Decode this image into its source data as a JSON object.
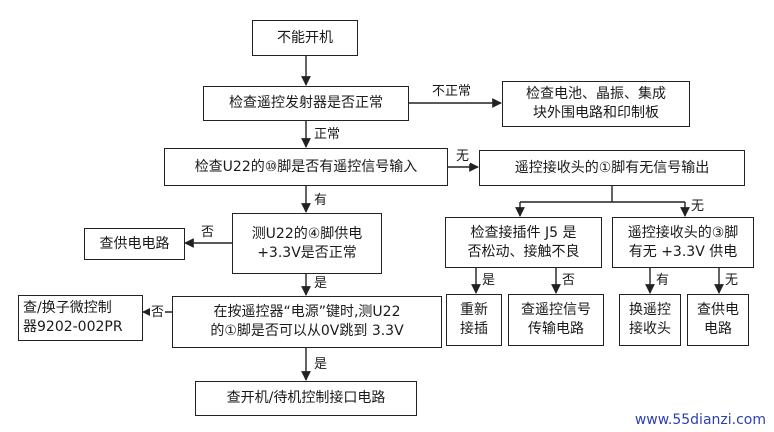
{
  "nodes": {
    "start": "不能开机",
    "check_remote": "检查遥控发射器是否正常",
    "check_battery": "检查电池、晶振、集成\n块外围电路和印制板",
    "check_u22_10": "检查U22的⑩脚是否有遥控信号输入",
    "check_receiver_out": "遥控接收头的①脚有无信号输出",
    "measure_u22_4": "测U22的④脚供电\n+3.3V是否正常",
    "check_power_left": "查供电电路",
    "check_connector": "检查接插件 J5 是\n否松动、接触不良",
    "check_receiver_3": "遥控接收头的③脚\n有无 +3.3V 供电",
    "replace_mcu": "查/换子微控制\n器9202-002PR",
    "press_power": "在按遥控器“电源”键时,测U22\n的①脚是否可以从0V跳到 3.3V",
    "reinsert": "重新\n接插",
    "check_signal_path": "查遥控信号\n传输电路",
    "replace_receiver": "换遥控\n接收头",
    "check_power_right": "查供电\n电路",
    "check_standby": "查开机/待机控制接口电路"
  },
  "edge_labels": {
    "abnormal": "不正常",
    "normal": "正常",
    "none_1": "无",
    "yes_1": "有",
    "no_1": "否",
    "yes_2": "是",
    "no_2": "否",
    "yes_3": "是",
    "no_3": "否",
    "yes_4": "有",
    "none_2": "无",
    "yes_5": "是",
    "none_3": "无"
  },
  "watermark": "www.55dianzi.com",
  "colors": {
    "line": "#222222",
    "watermark": "#2c3fb5"
  }
}
